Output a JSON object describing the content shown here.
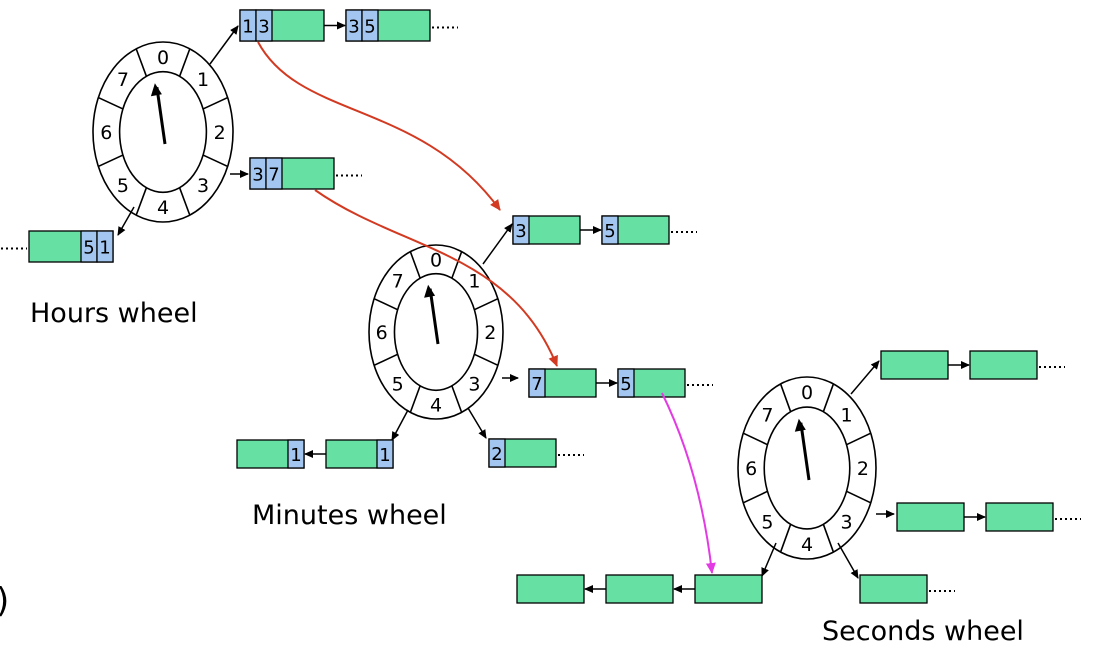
{
  "colors": {
    "green": "#66E0A3",
    "blue": "#A3C6F0",
    "red_arrow": "#D23A22",
    "magenta_arrow": "#E33BE3",
    "stroke": "#000000"
  },
  "wheels": {
    "hours": {
      "label": "Hours wheel",
      "slots": [
        "0",
        "1",
        "2",
        "3",
        "4",
        "5",
        "6",
        "7"
      ]
    },
    "minutes": {
      "label": "Minutes wheel",
      "slots": [
        "0",
        "1",
        "2",
        "3",
        "4",
        "5",
        "6",
        "7"
      ]
    },
    "seconds": {
      "label": "Seconds wheel",
      "slots": [
        "0",
        "1",
        "2",
        "3",
        "4",
        "5",
        "6",
        "7"
      ]
    }
  },
  "lists": {
    "hours_slot1": [
      {
        "tags": [
          "1",
          "3"
        ]
      },
      {
        "tags": [
          "3",
          "5"
        ]
      }
    ],
    "hours_slot3": [
      {
        "tags": [
          "3",
          "7"
        ]
      }
    ],
    "hours_slot5": [
      {
        "tags": [
          "5",
          "1"
        ]
      }
    ],
    "minutes_slot1": [
      {
        "tags": [
          "3"
        ]
      },
      {
        "tags": [
          "5"
        ]
      }
    ],
    "minutes_slot3": [
      {
        "tags": [
          "7"
        ]
      },
      {
        "tags": [
          "5"
        ]
      }
    ],
    "minutes_slot4": [
      {
        "tags": [
          "2"
        ]
      }
    ],
    "minutes_slot5": [
      {
        "tags": [
          "1"
        ]
      },
      {
        "tags": [
          "1"
        ]
      }
    ],
    "seconds_slot1": [
      {},
      {}
    ],
    "seconds_slot3": [
      {},
      {}
    ],
    "seconds_slot4": [
      {}
    ],
    "seconds_slot5": [
      {},
      {},
      {}
    ]
  },
  "edge_glyph": ")"
}
